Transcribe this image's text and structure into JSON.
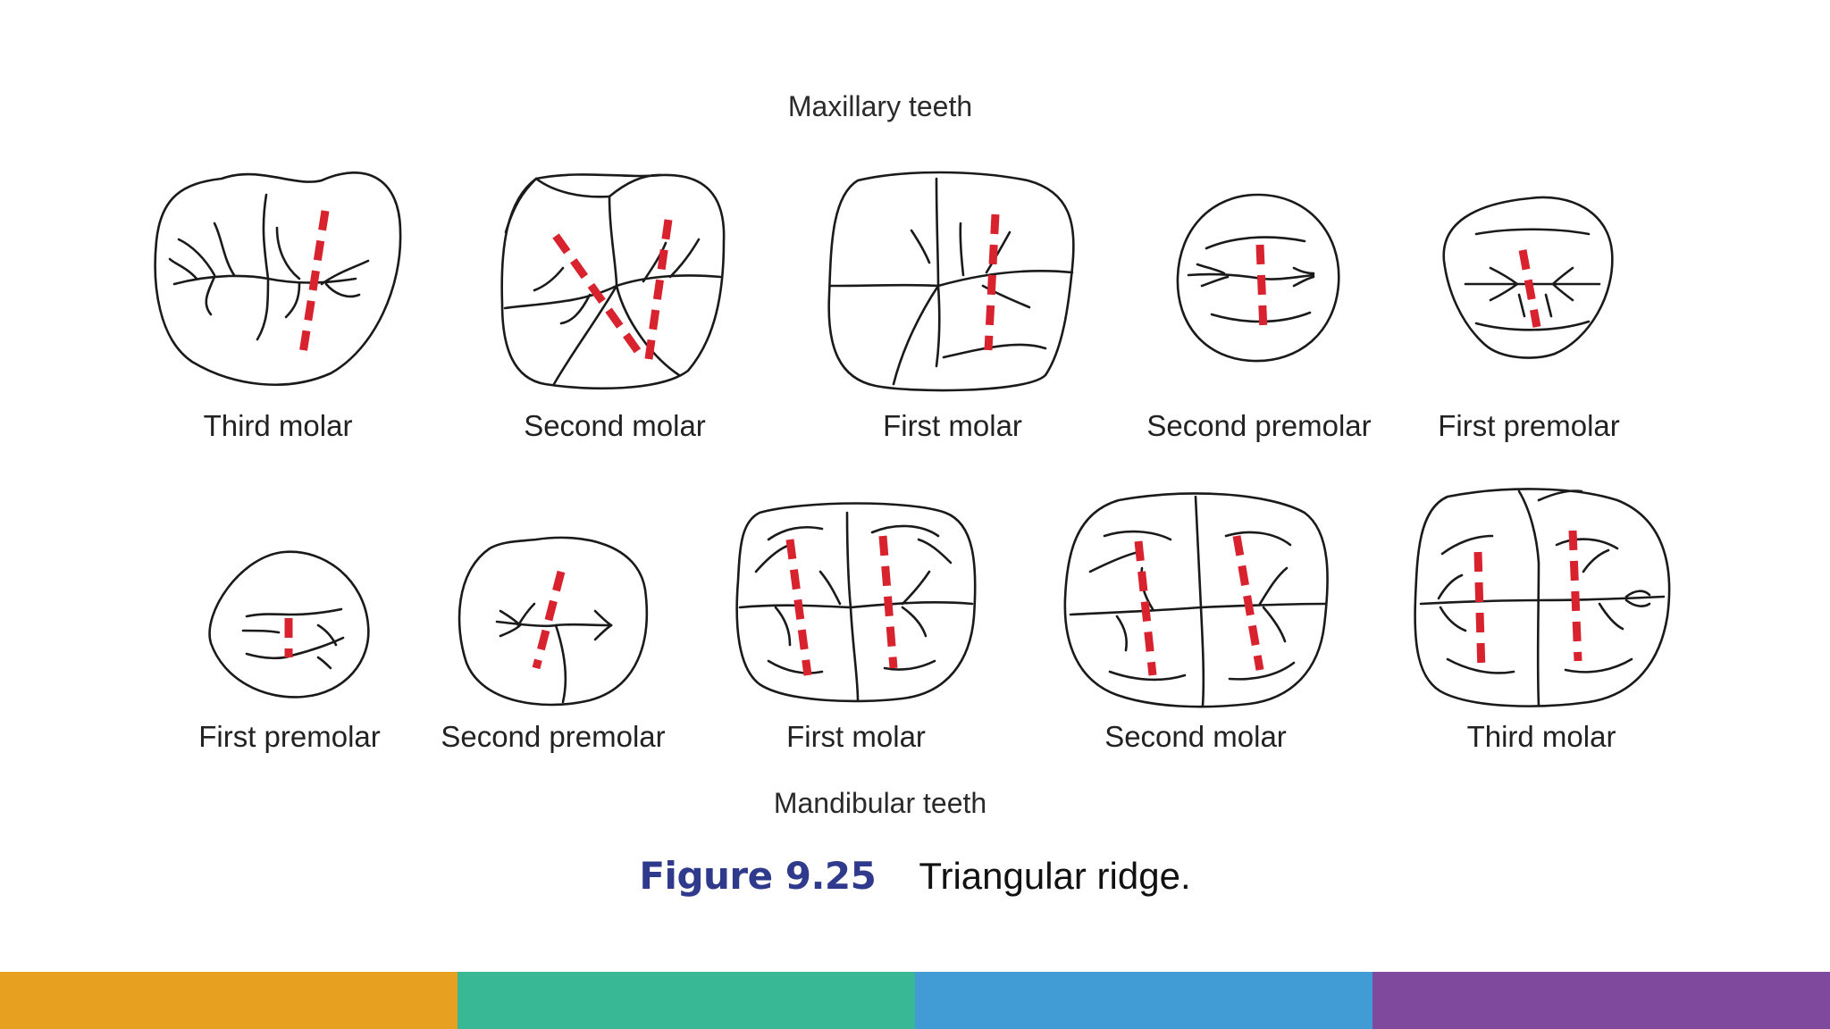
{
  "groups": {
    "maxillary": "Maxillary teeth",
    "mandibular": "Mandibular teeth"
  },
  "maxillary_teeth": [
    {
      "name": "Third molar"
    },
    {
      "name": "Second molar"
    },
    {
      "name": "First molar"
    },
    {
      "name": "Second premolar"
    },
    {
      "name": "First premolar"
    }
  ],
  "mandibular_teeth": [
    {
      "name": "First premolar"
    },
    {
      "name": "Second premolar"
    },
    {
      "name": "First molar"
    },
    {
      "name": "Second molar"
    },
    {
      "name": "Third molar"
    }
  ],
  "caption": {
    "figure_number": "Figure 9.25",
    "text": "Triangular ridge."
  },
  "colors": {
    "outline": "#1a1a1a",
    "ridge_marker": "#d8232e",
    "figure_number": "#2f3a8c",
    "bar": [
      "#e8a020",
      "#39b896",
      "#419cd6",
      "#7f4a9e"
    ]
  }
}
